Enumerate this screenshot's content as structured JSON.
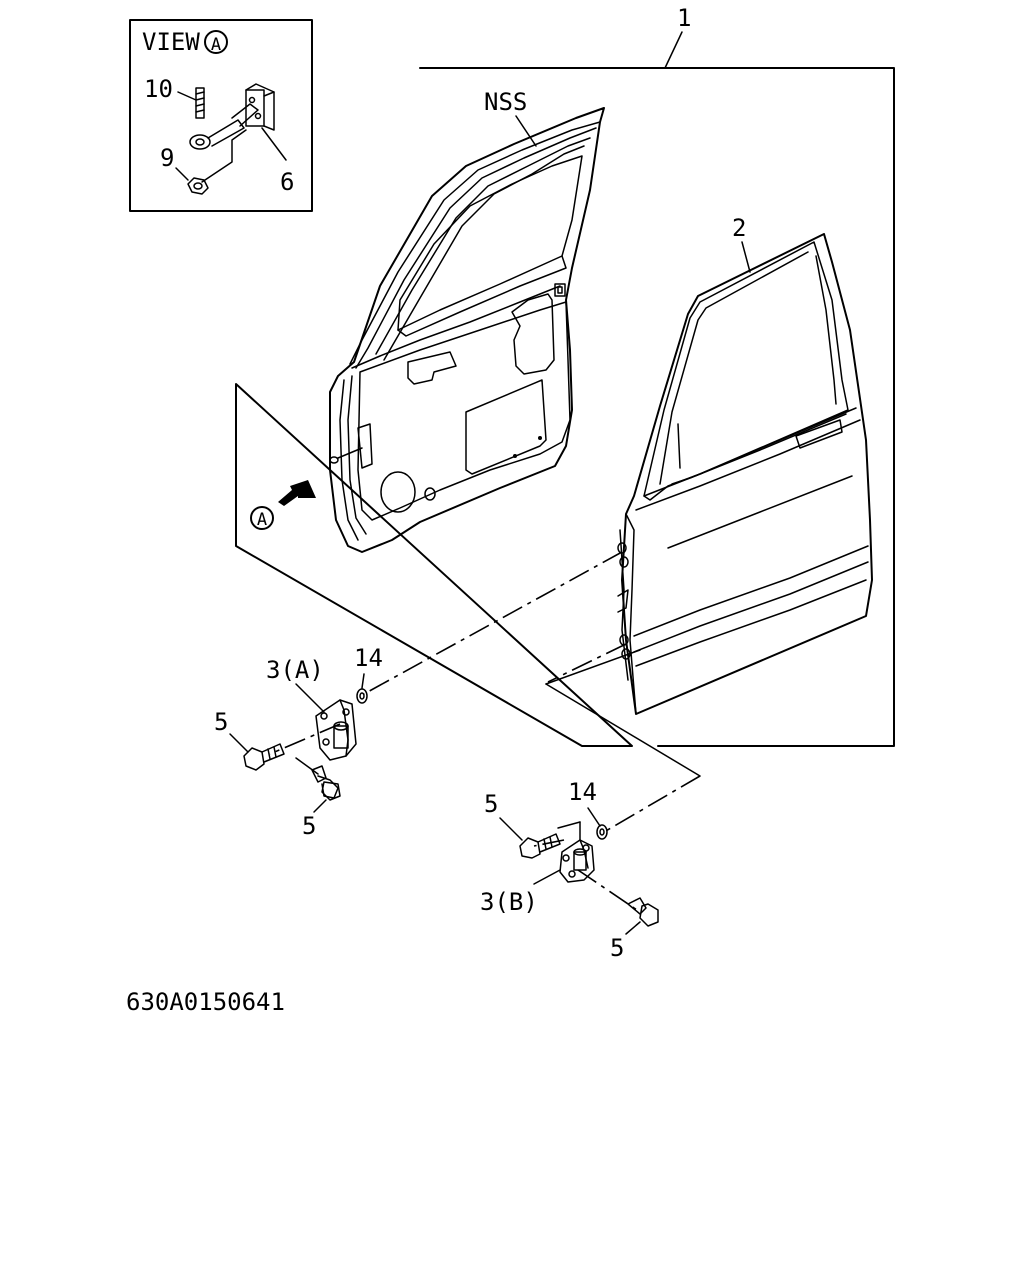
{
  "view": {
    "label": "VIEW",
    "marker": "A"
  },
  "callouts": {
    "p1": "1",
    "p2": "2",
    "nss": "NSS",
    "p3a": "3(A)",
    "p3b": "3(B)",
    "p5a": "5",
    "p5b": "5",
    "p5c": "5",
    "p5d": "5",
    "p6": "6",
    "p9": "9",
    "p10": "10",
    "p14a": "14",
    "p14b": "14",
    "arrow_marker": "A"
  },
  "drawing_code": "630A0150641"
}
